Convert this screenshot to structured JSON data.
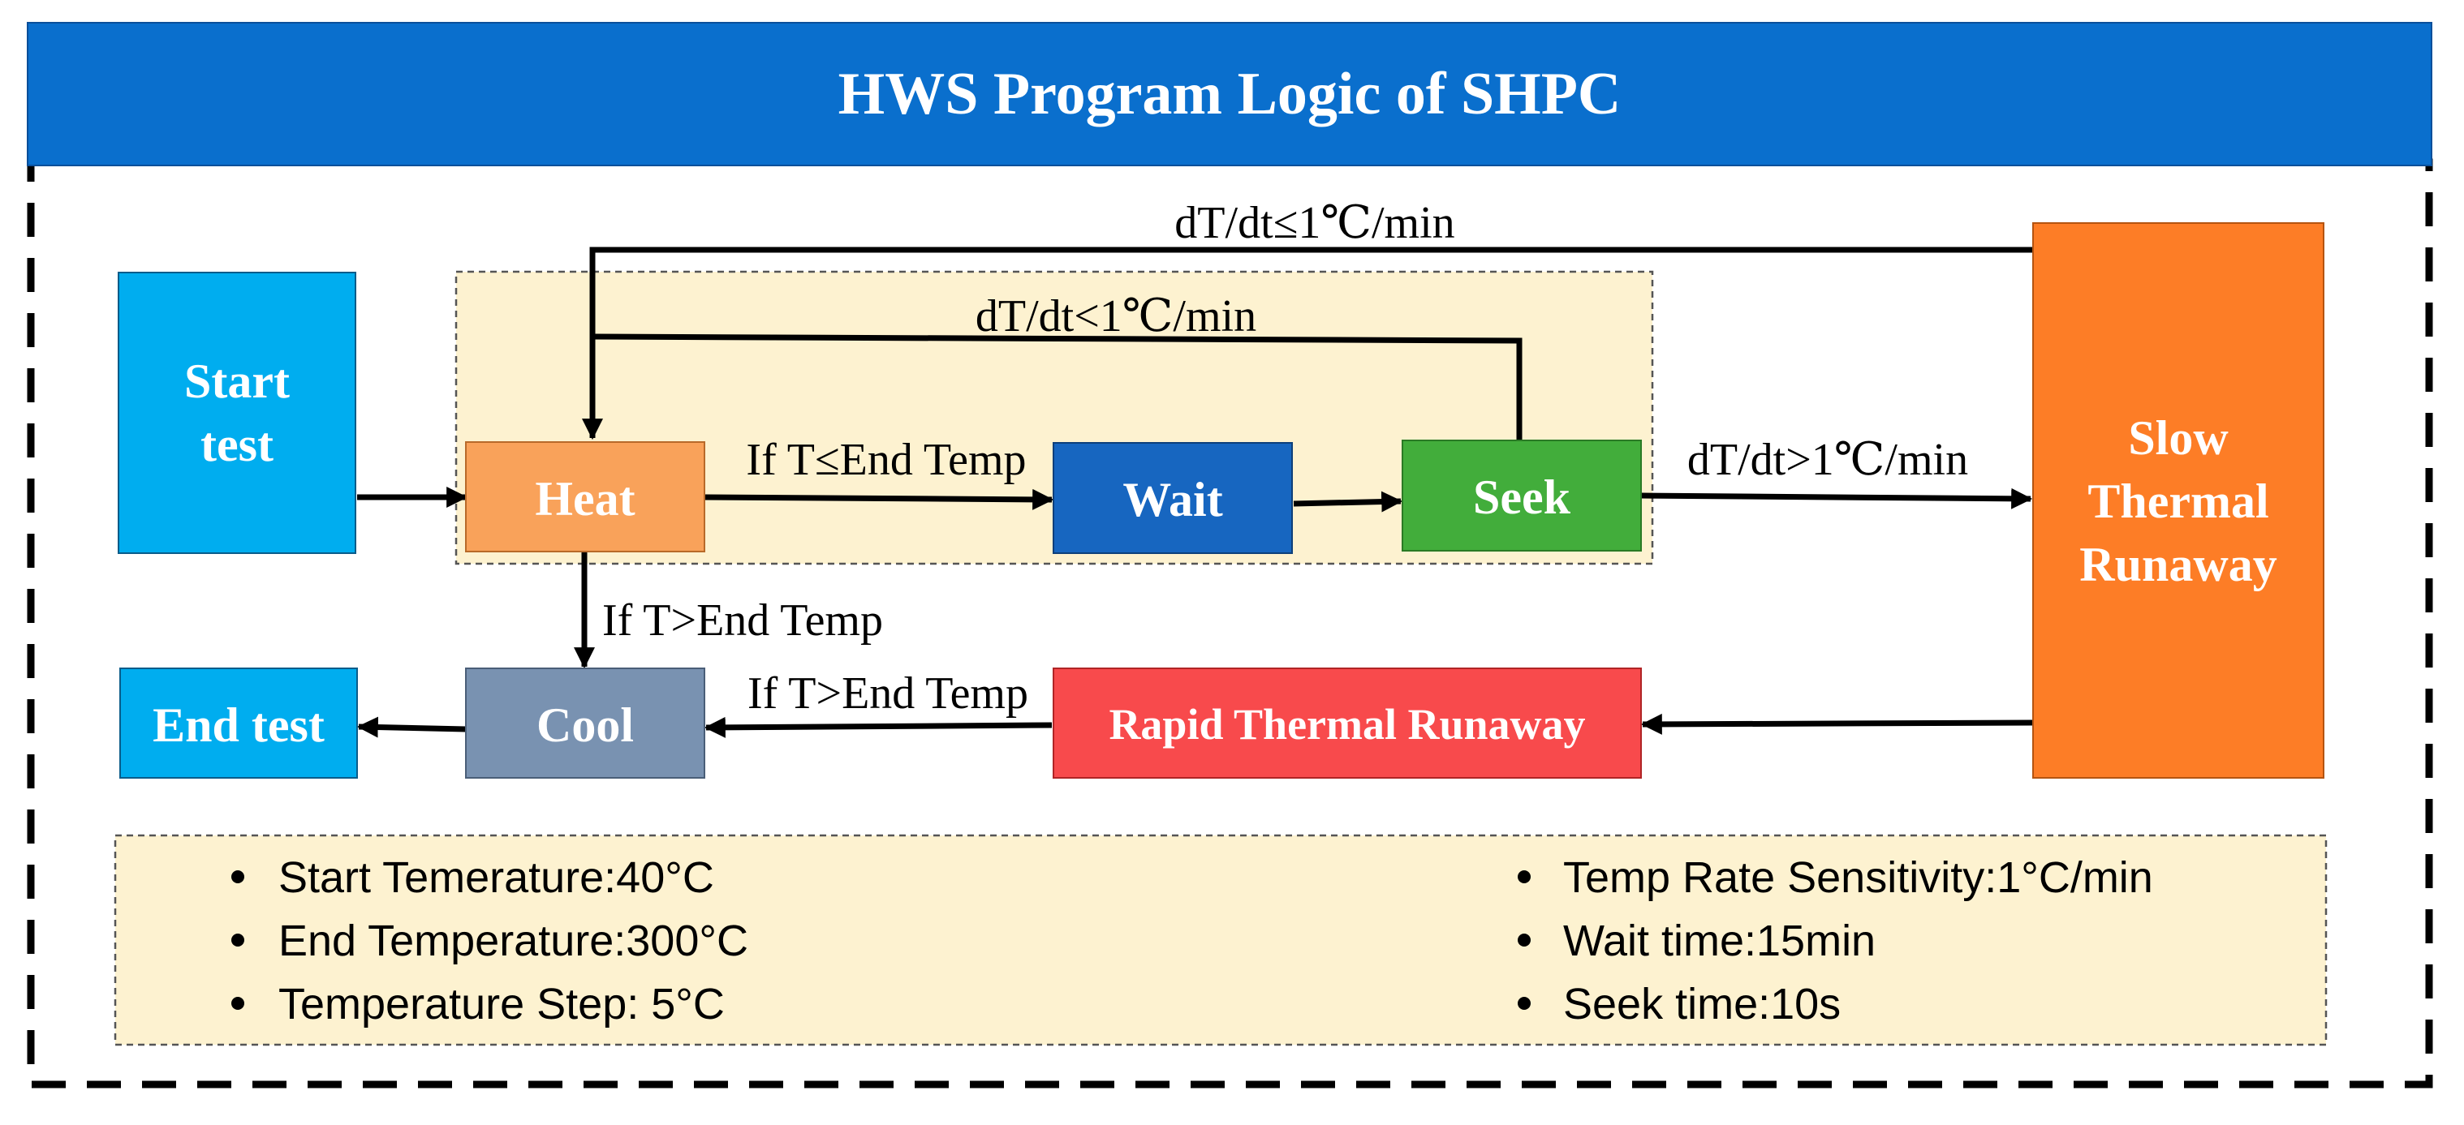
{
  "title": "HWS Program Logic of SHPC",
  "colors": {
    "header": "#0a6fcd",
    "start": "#00adef",
    "heat": "#f9a25a",
    "wait": "#1766c0",
    "seek": "#42ad3b",
    "slow": "#fd7d26",
    "rapid": "#f84a4c",
    "cool": "#7992b1",
    "end": "#00adef",
    "panel": "#fdf2d0"
  },
  "nodes": {
    "start_line1": "Start",
    "start_line2": "test",
    "heat": "Heat",
    "wait": "Wait",
    "seek": "Seek",
    "slow_line1": "Slow",
    "slow_line2": "Thermal",
    "slow_line3": "Runaway",
    "rapid": "Rapid Thermal Runaway",
    "cool": "Cool",
    "end": "End test"
  },
  "edges": {
    "top_loop": "dT/dt≤1℃/min",
    "inner_loop": "dT/dt<1℃/min",
    "heat_to_wait": "If T≤End Temp",
    "seek_to_slow": "dT/dt>1℃/min",
    "heat_to_cool": "If T>End Temp",
    "rapid_to_cool": "If T>End Temp"
  },
  "params": {
    "left": [
      "Start Temerature:40°C",
      "End Temperature:300°C",
      "Temperature Step: 5°C"
    ],
    "right": [
      "Temp Rate Sensitivity:1°C/min",
      "Wait time:15min",
      "Seek time:10s"
    ]
  }
}
